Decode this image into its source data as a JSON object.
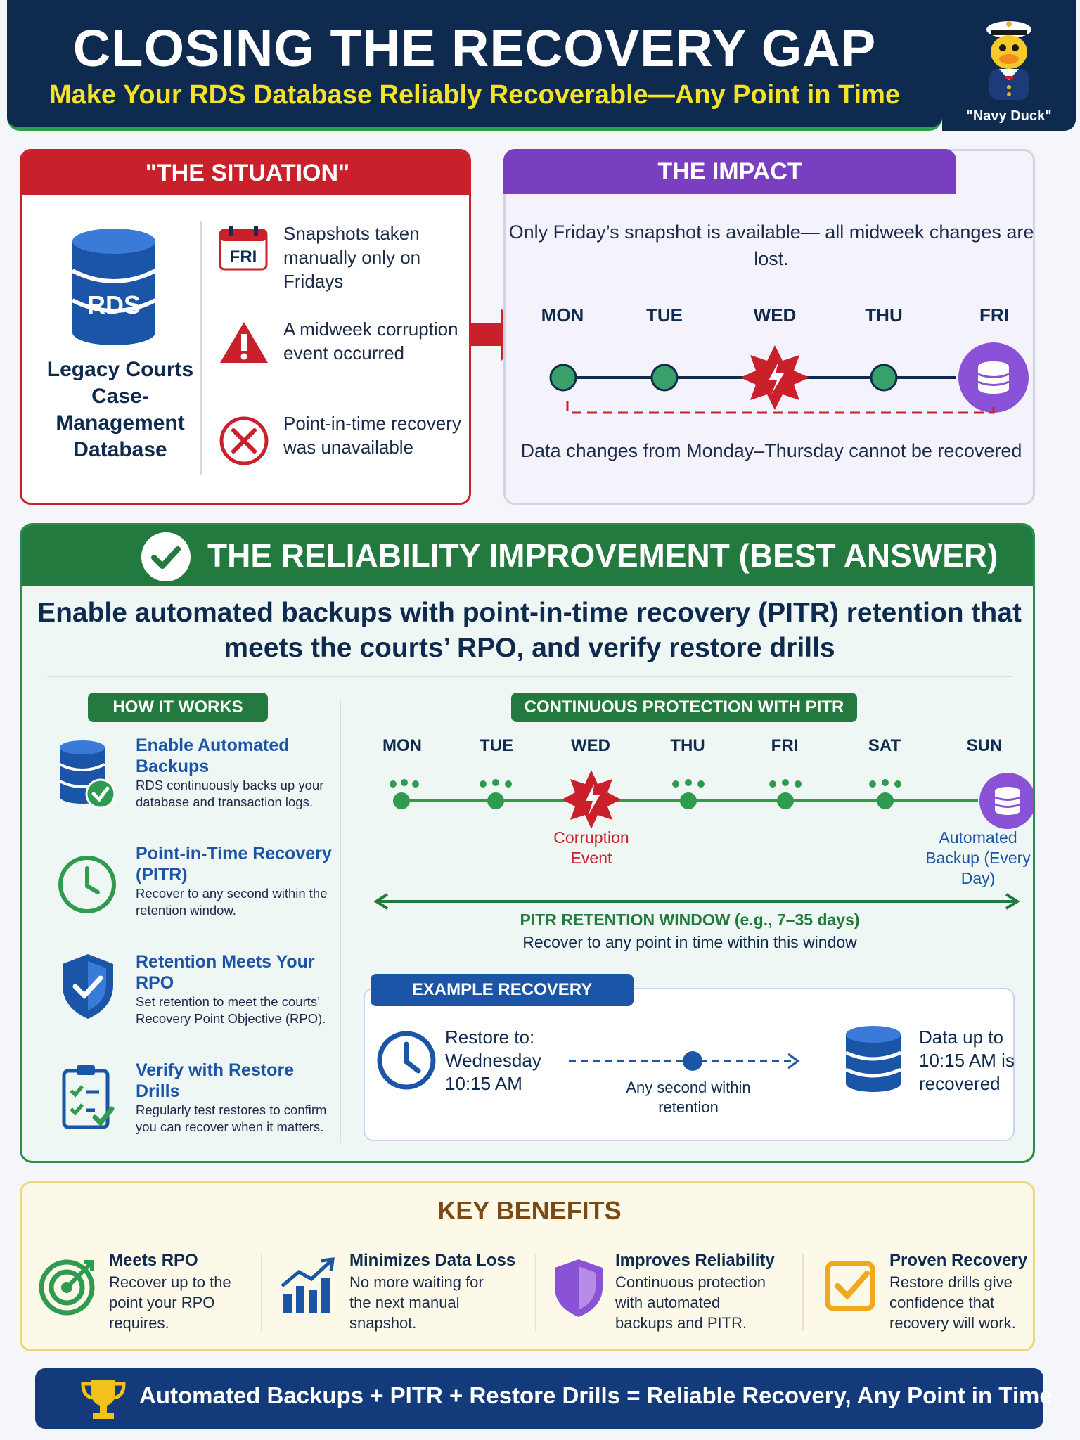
{
  "header": {
    "title": "CLOSING THE RECOVERY GAP",
    "subtitle": "Make Your RDS Database Reliably Recoverable—Any Point in Time",
    "mascot_label": "\"Navy Duck\""
  },
  "situation": {
    "heading": "\"THE SITUATION\"",
    "db_icon_text": "RDS",
    "db_label": "Legacy Courts Case-Management Database",
    "calendar_text": "FRI",
    "items": [
      "Snapshots taken manually only on Fridays",
      "A midweek corruption event occurred",
      "Point-in-time recovery was unavailable"
    ]
  },
  "impact": {
    "heading": "THE IMPACT",
    "text": "Only Friday’s snapshot is available— all midweek changes are lost.",
    "days": [
      "MON",
      "TUE",
      "WED",
      "THU",
      "FRI"
    ],
    "bottom_text": "Data changes from Monday–Thursday cannot be recovered"
  },
  "reliability": {
    "heading": "THE RELIABILITY IMPROVEMENT (BEST ANSWER)",
    "answer": "Enable automated backups with point-in-time recovery (PITR) retention that meets the courts’ RPO, and verify restore drills",
    "how_it_works": {
      "label": "HOW IT WORKS",
      "steps": [
        {
          "title": "Enable Automated Backups",
          "desc": "RDS continuously backs up your database and transaction logs.",
          "icon": "database-check-icon"
        },
        {
          "title": "Point-in-Time Recovery (PITR)",
          "desc": "Recover to any second within the retention window.",
          "icon": "clock-icon"
        },
        {
          "title": "Retention Meets Your RPO",
          "desc": "Set retention to meet the courts’ Recovery Point Objective (RPO).",
          "icon": "shield-check-icon"
        },
        {
          "title": "Verify with Restore Drills",
          "desc": "Regularly test restores to confirm you can recover when it matters.",
          "icon": "clipboard-check-icon"
        }
      ]
    },
    "continuous": {
      "label": "CONTINUOUS PROTECTION WITH PITR",
      "days": [
        "MON",
        "TUE",
        "WED",
        "THU",
        "FRI",
        "SAT",
        "SUN"
      ],
      "corruption_label": "Corruption Event",
      "backup_label": "Automated Backup (Every Day)",
      "window_label": "PITR RETENTION WINDOW (e.g., 7–35 days)",
      "window_sub": "Recover to any point in time within this window"
    },
    "example": {
      "label": "EXAMPLE RECOVERY",
      "restore_to": "Restore to: Wednesday 10:15 AM",
      "any_second": "Any second within retention",
      "result": "Data up to 10:15 AM is recovered"
    }
  },
  "benefits": {
    "heading": "KEY BENEFITS",
    "items": [
      {
        "title": "Meets RPO",
        "desc": "Recover up to the point your RPO requires.",
        "icon": "target-icon"
      },
      {
        "title": "Minimizes Data Loss",
        "desc": "No more waiting for the next manual snapshot.",
        "icon": "growth-chart-icon"
      },
      {
        "title": "Improves Reliability",
        "desc": "Continuous protection with automated backups and PITR.",
        "icon": "shield-icon"
      },
      {
        "title": "Proven Recovery",
        "desc": "Restore drills give confidence that recovery will work.",
        "icon": "checkbox-icon"
      }
    ]
  },
  "footer": {
    "text": "Automated Backups + PITR + Restore Drills = Reliable Recovery, Any Point in Time"
  },
  "colors": {
    "navy": "#0f2a4f",
    "red": "#c9202b",
    "purple": "#7a3fc1",
    "green": "#237a3e",
    "blue": "#1b55a8",
    "yellow": "#f3e227"
  }
}
